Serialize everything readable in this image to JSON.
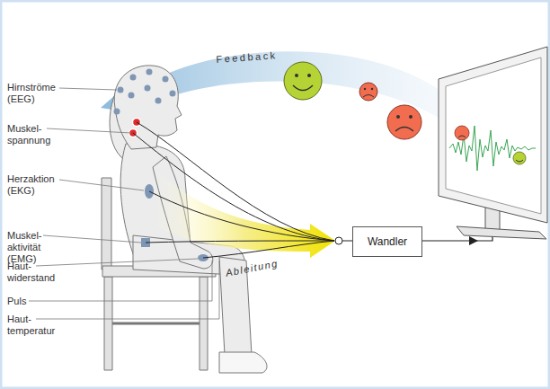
{
  "diagram": {
    "nodes": [
      {
        "text": [
          "Wandler"
        ]
      }
    ],
    "labels": [
      "Hirnströme (EEG)",
      "Muskel- spannung",
      "Herzaktion (EKG)",
      "Muskel- aktivität (EMG)",
      "Haut- widerstand",
      "Puls",
      "Haut- temperatur",
      "Feedback",
      "Ableitung"
    ]
  }
}
